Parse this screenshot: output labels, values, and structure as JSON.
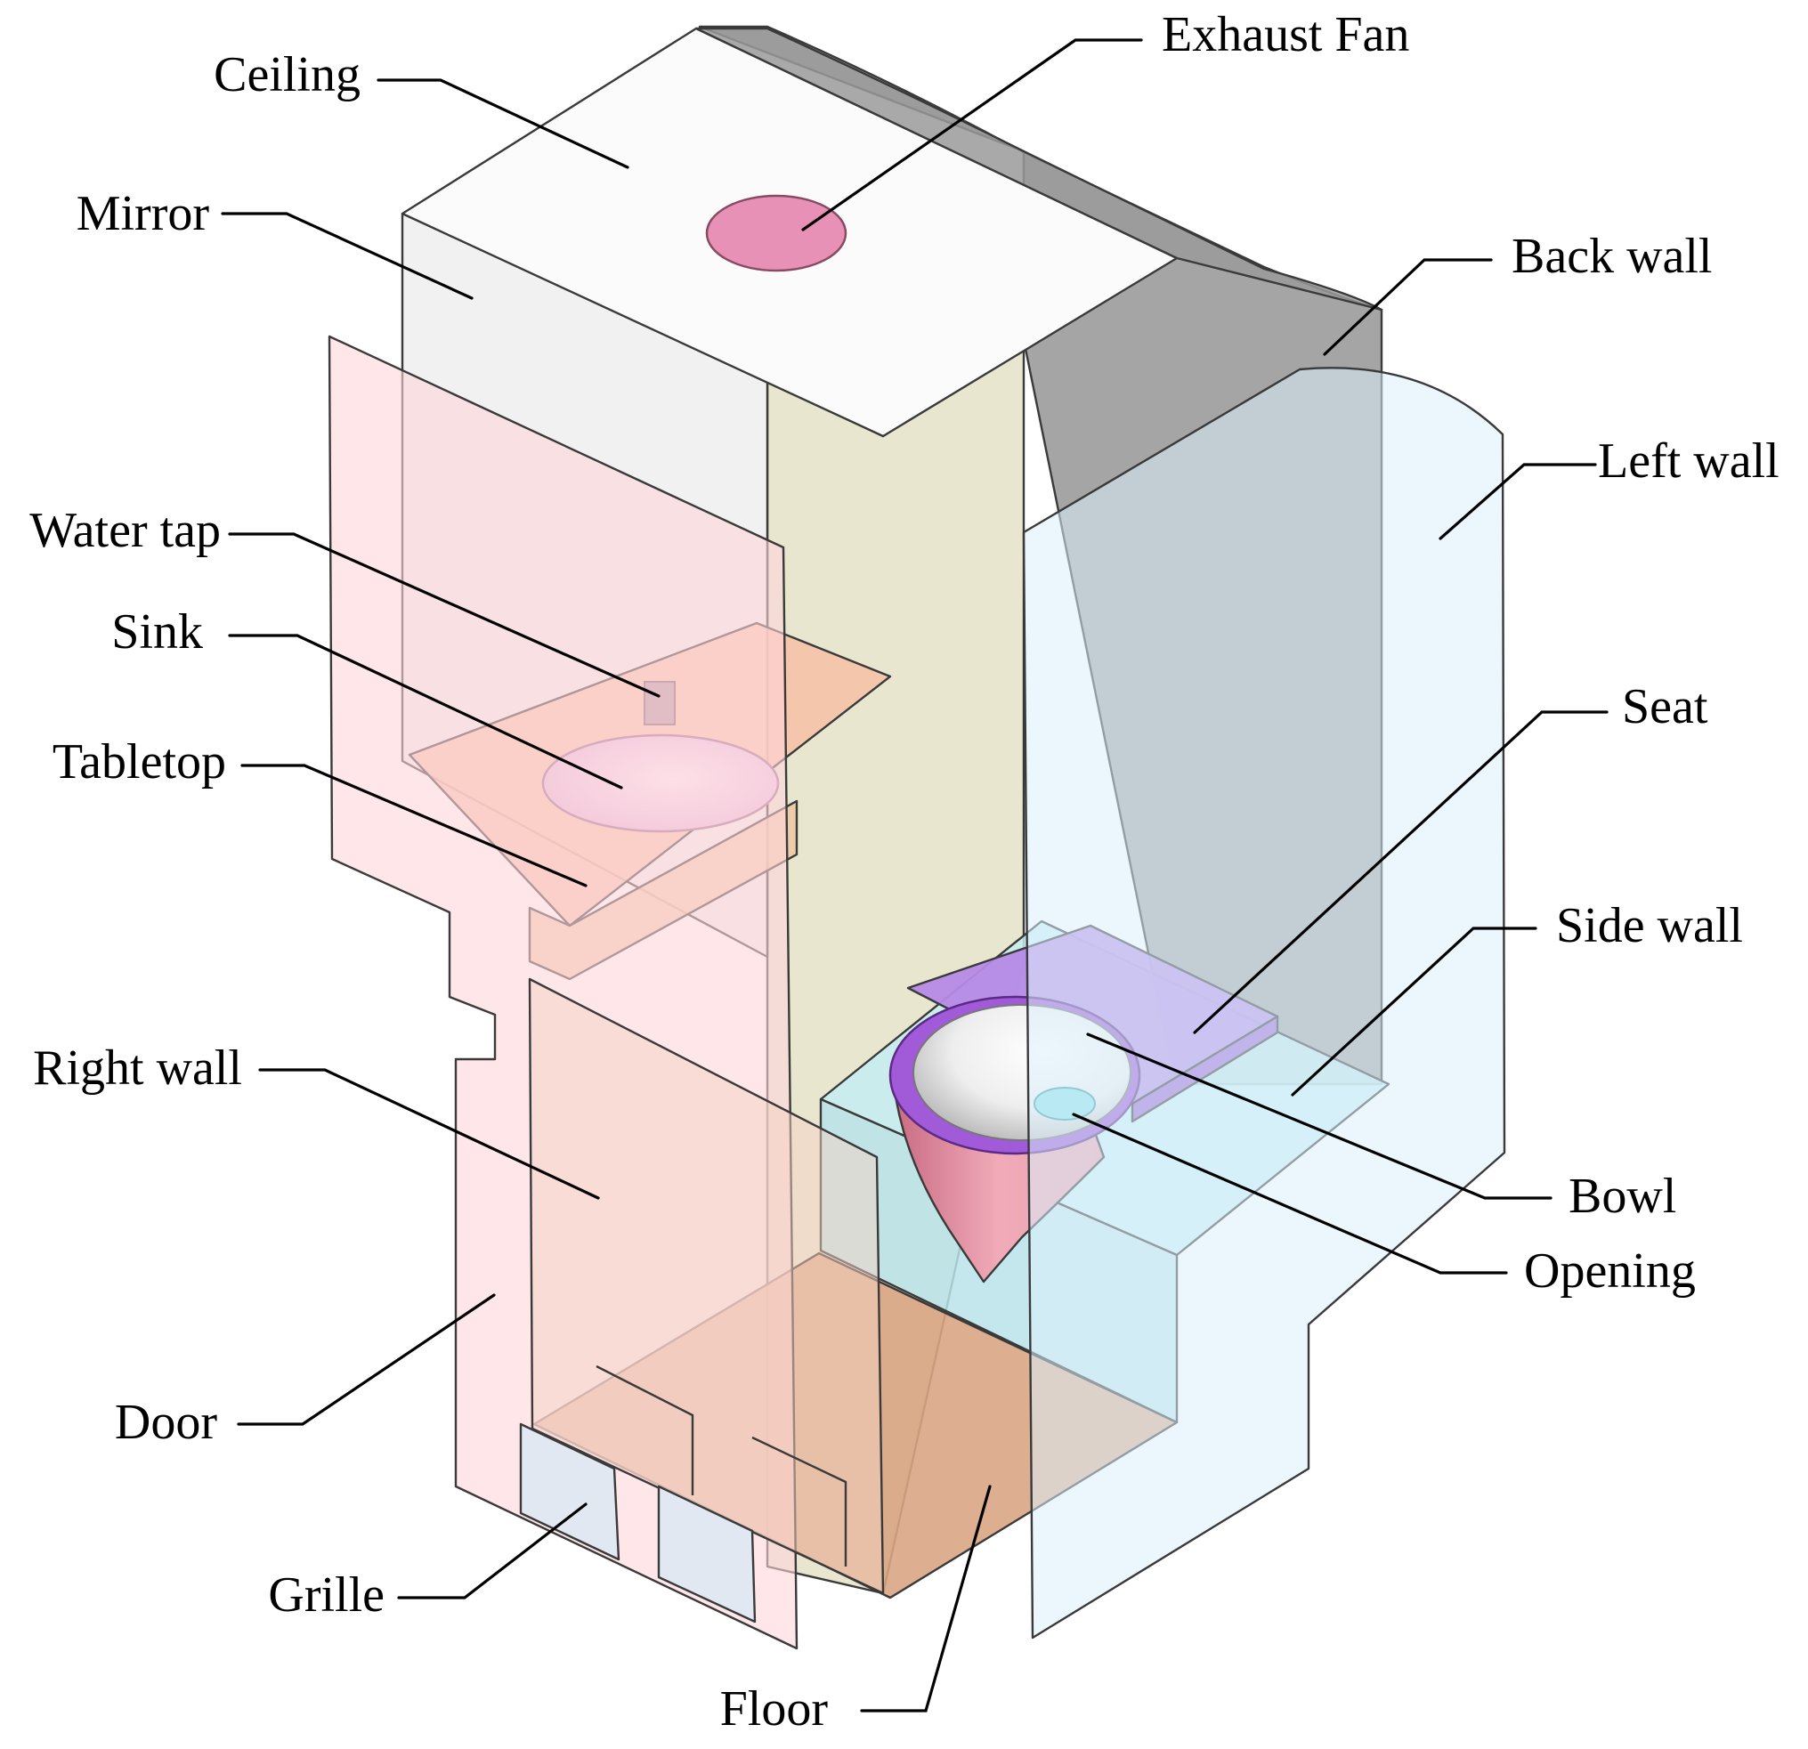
{
  "labels": {
    "ceiling": "Ceiling",
    "exhaust_fan": "Exhaust Fan",
    "mirror": "Mirror",
    "back_wall": "Back wall",
    "left_wall": "Left wall",
    "water_tap": "Water tap",
    "sink": "Sink",
    "seat": "Seat",
    "tabletop": "Tabletop",
    "side_wall": "Side wall",
    "right_wall": "Right wall",
    "bowl": "Bowl",
    "opening": "Opening",
    "door": "Door",
    "grille": "Grille",
    "floor": "Floor"
  },
  "colors": {
    "door": "#ffd0d4",
    "floor": "#d9a583",
    "left_wall": "#dcf1fb",
    "back_wall": "#8a8a8a",
    "ceiling": "#fafafa",
    "mirror": "#eeeeee",
    "exhaust_fan": "#e890b4",
    "seat": "#b386e8",
    "side_wall": "#bfeaf0",
    "bowl_outer": "#dc8ea0",
    "grille": "#e2e8f2",
    "tabletop": "#f6c4aa",
    "sink": "#f4d6f0"
  }
}
